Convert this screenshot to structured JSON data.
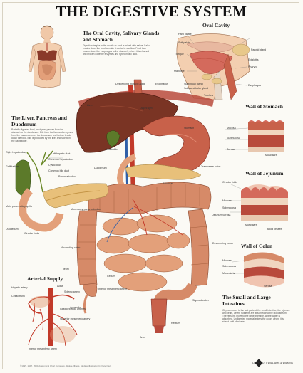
{
  "title": "THE DIGESTIVE SYSTEM",
  "sections": {
    "oral_glands": {
      "heading": "The Oral Cavity, Salivary Glands and Stomach",
      "text": "Digestion begins in the mouth as food is mixed with saliva. Saliva breaks down the food to make it easier to swallow. Food then moves down the esophagus to the stomach, where it is churned and broken down by enzymes and hydrochloric acid."
    },
    "oral_cavity": {
      "heading": "Oral Cavity"
    },
    "liver": {
      "heading": "The Liver, Pancreas and Duodenum",
      "text": "Partially digested food, or chyme, passes from the stomach to the duodenum. Bile from the liver and enzymes from the pancreas enter the duodenum and further break down the food. Bile is produced by the liver and stored in the gallbladder."
    },
    "wall_stomach": {
      "heading": "Wall of Stomach"
    },
    "wall_jejunum": {
      "heading": "Wall of Jejunum"
    },
    "wall_colon": {
      "heading": "Wall of Colon"
    },
    "arterial": {
      "heading": "Arterial Supply"
    },
    "intestines": {
      "heading": "The Small and Large Intestines",
      "text": "Chyme moves to the last parts of the small intestine, the jejunum and ileum, where nutrients are absorbed into the bloodstream. The remains move to the large intestine, where water is absorbed. Undigested material enters the colon, where it is stored until eliminated."
    }
  },
  "labels": {
    "oral": [
      "Hard palate",
      "Soft palate",
      "Tongue",
      "Mandible",
      "Sublingual gland",
      "Submandibular gland",
      "Parotid gland",
      "Pharynx",
      "Esophagus",
      "Trachea",
      "Epiglottis"
    ],
    "main": [
      "Esophagus",
      "Descending thoracic aorta",
      "Liver",
      "Diaphragm",
      "Stomach",
      "Gallbladder",
      "Duodenum",
      "Pancreas",
      "Transverse colon",
      "Jejunum",
      "Ascending colon",
      "Descending colon",
      "Cecum",
      "Appendix",
      "Ileum",
      "Sigmoid colon",
      "Rectum",
      "Anus",
      "Inferior mesenteric artery"
    ],
    "liver": [
      "Right hepatic duct",
      "Left hepatic duct",
      "Common hepatic duct",
      "Cystic duct",
      "Common bile duct",
      "Gallbladder",
      "Pancreatic duct",
      "Main pancreatic papilla",
      "Duodenum",
      "Circular folds",
      "Accessory pancreatic duct"
    ],
    "stomach_wall": [
      "Mucosa",
      "Submucosa",
      "Muscularis",
      "Serosa"
    ],
    "jejunum_wall": [
      "Circular folds",
      "Mucosa",
      "Submucosa",
      "Muscularis",
      "Serosa",
      "Blood vessels"
    ],
    "colon_wall": [
      "Mucosa",
      "Submucosa",
      "Muscularis",
      "Serosa"
    ],
    "arterial": [
      "Hepatic artery",
      "Celiac trunk",
      "Splenic artery",
      "Aorta",
      "Gastroepiploic arteries",
      "Superior mesenteric artery",
      "Inferior mesenteric artery"
    ]
  },
  "footer": "©1995, 1997, 2000 Anatomical Chart Company, Skokie, Illinois. Medical illustration by Peter Bull.",
  "logo": "LIPPINCOTT WILLIAMS & WILKINS",
  "colors": {
    "liver": "#7a3424",
    "stomach": "#c8614a",
    "intestine": "#e3a07a",
    "colon": "#d68a68",
    "artery": "#c23a2a",
    "vein": "#2f5fa8",
    "bile": "#5c7a2a",
    "muscle": "#b84a3c",
    "skin": "#f3cfb0",
    "background": "#fbfaf5"
  }
}
